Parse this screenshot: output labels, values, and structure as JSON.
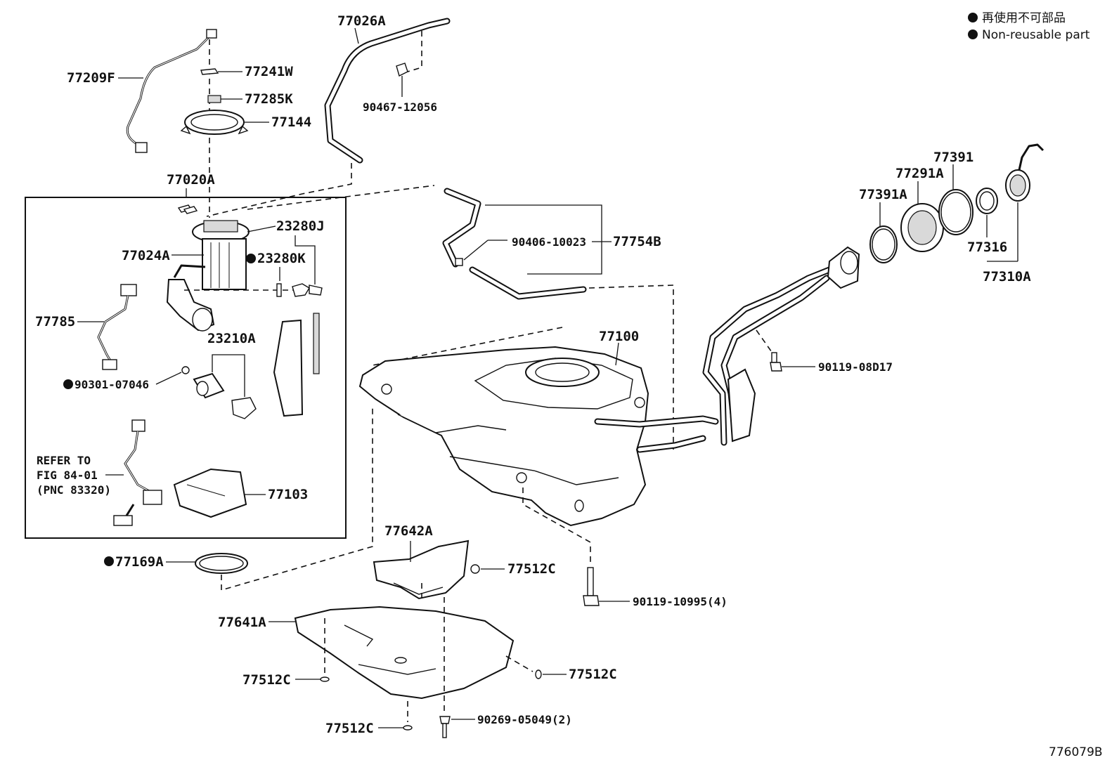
{
  "legend": {
    "jp": "再使用不可部品",
    "en": "Non-reusable part"
  },
  "figure_code": "776079B",
  "labels": {
    "l77209F": "77209F",
    "l77241W": "77241W",
    "l77285K": "77285K",
    "l77144": "77144",
    "l77026A": "77026A",
    "l90467": "90467-12056",
    "l77020A": "77020A",
    "l23280J": "23280J",
    "l77024A": "77024A",
    "l23280K": "23280K",
    "l90406": "90406-10023",
    "l77754B": "77754B",
    "l77785": "77785",
    "l23210A": "23210A",
    "l90301": "90301-07046",
    "refer1": "REFER TO",
    "refer2": "FIG 84-01",
    "refer3": "(PNC 83320)",
    "l77103": "77103",
    "l77169A": "77169A",
    "l77100": "77100",
    "l77391": "77391",
    "l77291A": "77291A",
    "l77391A": "77391A",
    "l77316": "77316",
    "l77310A": "77310A",
    "l90119a": "90119-08D17",
    "l77642A": "77642A",
    "l77512Ca": "77512C",
    "l90119b": "90119-10995(4)",
    "l77641A": "77641A",
    "l77512Cb": "77512C",
    "l77512Cc": "77512C",
    "l77512Cd": "77512C",
    "l90269": "90269-05049(2)"
  }
}
